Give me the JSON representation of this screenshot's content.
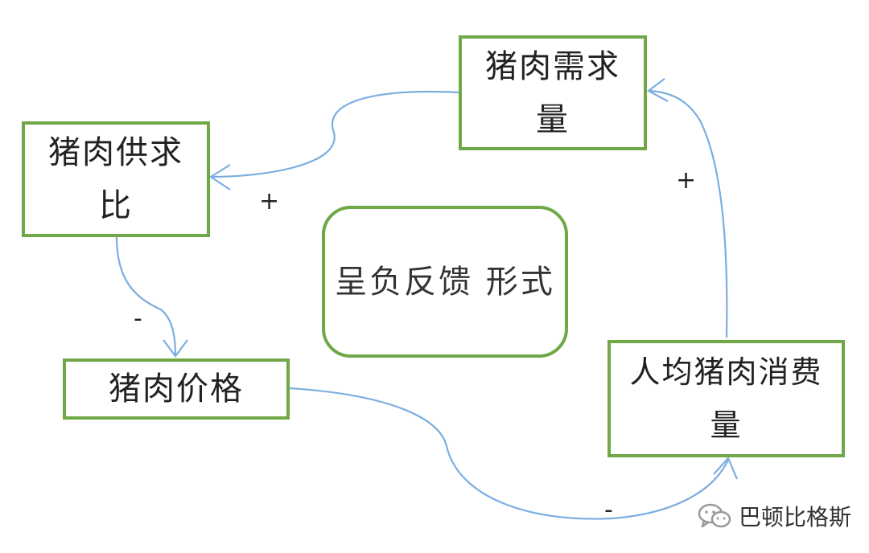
{
  "diagram": {
    "nodes": {
      "supply_demand_ratio": {
        "line1": "猪肉供求",
        "line2": "比"
      },
      "pork_demand": {
        "line1": "猪肉需求",
        "line2": "量"
      },
      "pork_price": {
        "line1": "猪肉价格"
      },
      "per_capita_consumption": {
        "line1": "人均猪肉消费",
        "line2": "量"
      },
      "center": {
        "line1": "呈负反馈",
        "line2": "形式"
      }
    },
    "edges": [
      {
        "from": "pork_demand",
        "to": "supply_demand_ratio",
        "sign": "+"
      },
      {
        "from": "supply_demand_ratio",
        "to": "pork_price",
        "sign": "-"
      },
      {
        "from": "pork_price",
        "to": "per_capita_consumption",
        "sign": "-"
      },
      {
        "from": "per_capita_consumption",
        "to": "pork_demand",
        "sign": "+"
      }
    ],
    "colors": {
      "box_border": "#70a848",
      "arrow": "#7aaee0"
    }
  },
  "watermark": {
    "icon": "wechat-icon",
    "text": "巴顿比格斯"
  }
}
